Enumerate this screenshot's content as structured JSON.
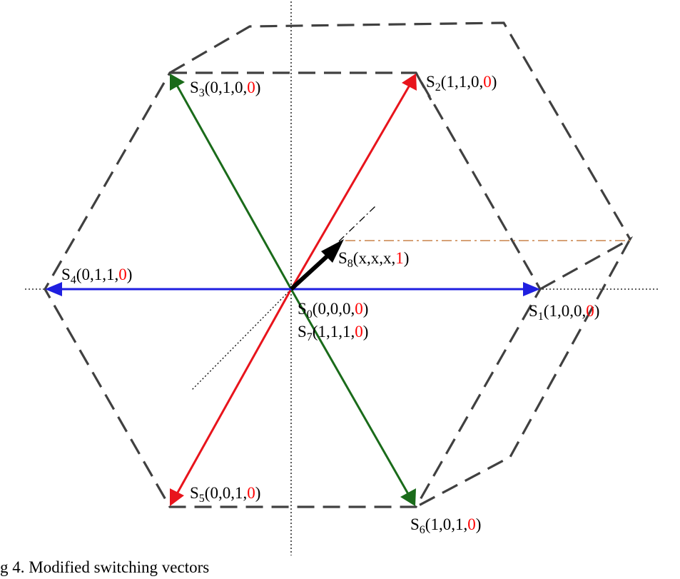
{
  "colors": {
    "red_vector": "#e8141c",
    "green_vector": "#1a6b1a",
    "blue_vector": "#1f1fe0",
    "black_vector": "#000000",
    "dashed_outline": "#404040",
    "dash_dot_line": "#c8844a",
    "label_highlight": "#ff0000"
  },
  "labels": {
    "s1": {
      "name": "S",
      "sub": "1",
      "args": "(1,0,0,",
      "last": "0",
      "close": ")"
    },
    "s2": {
      "name": "S",
      "sub": "2",
      "args": "(1,1,0,",
      "last": "0",
      "close": ")"
    },
    "s3": {
      "name": "S",
      "sub": "3",
      "args": "(0,1,0,",
      "last": "0",
      "close": ")"
    },
    "s4": {
      "name": "S",
      "sub": "4",
      "args": "(0,1,1,",
      "last": "0",
      "close": ")"
    },
    "s5": {
      "name": "S",
      "sub": "5",
      "args": "(0,0,1,",
      "last": "0",
      "close": ")"
    },
    "s6": {
      "name": "S",
      "sub": "6",
      "args": "(1,0,1,",
      "last": "0",
      "close": ")"
    },
    "s0": {
      "name": "S",
      "sub": "0",
      "args": "(0,0,0,",
      "last": "0",
      "close": ")"
    },
    "s7": {
      "name": "S",
      "sub": "7",
      "args": "(1,1,1,",
      "last": "0",
      "close": ")"
    },
    "s8": {
      "name": "S",
      "sub": "8",
      "args": "(x,x,x,",
      "last": "1",
      "close": ")"
    }
  },
  "caption": "g 4. Modified switching vectors"
}
